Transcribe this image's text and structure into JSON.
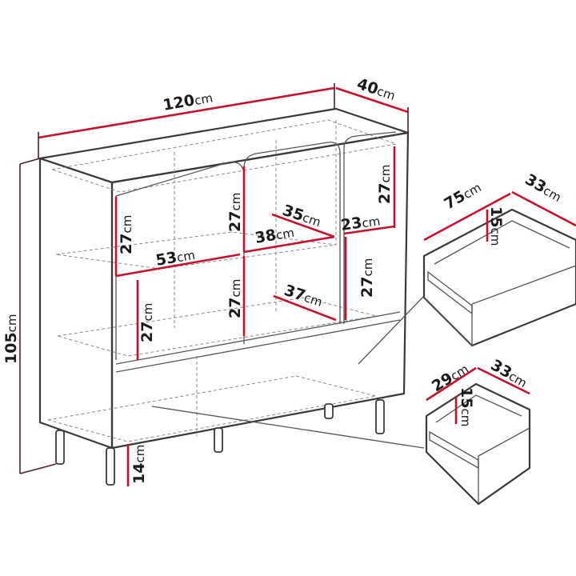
{
  "unit": "cm",
  "dimensions": {
    "width": "120",
    "depth": "40",
    "height": "105",
    "leg_height": "14",
    "top_left_height": "27",
    "top_middle_height": "27",
    "top_right_height": "27",
    "top_right_width": "23",
    "top_left_width": "53",
    "top_middle_width": "38",
    "top_middle_depth": "35",
    "bottom_left_height": "27",
    "bottom_middle_height": "27",
    "bottom_middle_depth": "37",
    "bottom_right_height": "27"
  },
  "large_drawer": {
    "width": "75",
    "depth": "33",
    "height": "15"
  },
  "small_drawer": {
    "width": "29",
    "depth": "33",
    "height": "15"
  },
  "colors": {
    "dimension_line": "#c8102e",
    "outline": "#3a3a3a",
    "hidden_line": "#8a8a8a"
  }
}
